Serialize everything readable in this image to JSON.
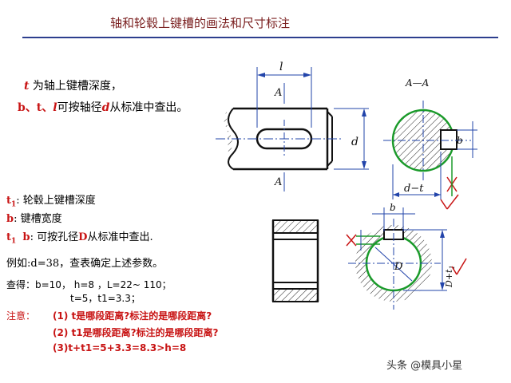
{
  "title": "轴和轮毂上键槽的画法和尺寸标注",
  "shaft_text": {
    "line1_symbol": "t",
    "line1_rest": " 为轴上键槽深度，",
    "line2_symbols": "b、t、",
    "line2_l": "l",
    "line2_mid": "可按轴径",
    "line2_d": "d",
    "line2_rest": "从标准中查出。"
  },
  "hub_text": {
    "t1_symbol": "t",
    "t1_sub": "1",
    "t1_desc": ": 轮毂上键槽深度",
    "b_symbol": "b",
    "b_desc": ": 键槽宽度",
    "t1b_symbols": "t",
    "t1b_sub": "1",
    "t1b_b": "b",
    "t1b_mid": ": 可按孔径",
    "t1b_D": "D",
    "t1b_rest": "从标准中查出."
  },
  "example": "例如:d=38，查表确定上述参数。",
  "lookup": {
    "line1": "查得：b=10，  h=8 ，L=22~ 110；",
    "line2": "t=5，t1=3.3；"
  },
  "notes": {
    "label": "注意：",
    "items": [
      "(1) t是哪段距离?标注的是哪段距离?",
      "(2) t1是哪段距离?标注的是哪段距离?",
      "(3)t+t1=5+3.3=8.3>h=8"
    ]
  },
  "drawing_labels": {
    "l": "l",
    "A_top": "A",
    "A_bottom": "A",
    "d": "d",
    "section": "A—A",
    "b_shaft": "b",
    "d_minus_t": "d−t",
    "b_hub": "b",
    "D": "D",
    "D_plus_t1": "D+t",
    "D_plus_t1_sub": "1"
  },
  "watermark": "头条 @模具小星",
  "colors": {
    "title": "#7a1f1f",
    "rule": "#2d3f8e",
    "accent_red": "#c81414",
    "dim_blue": "#2244aa",
    "outline_green": "#1a9a2a",
    "hatch": "#222222"
  }
}
